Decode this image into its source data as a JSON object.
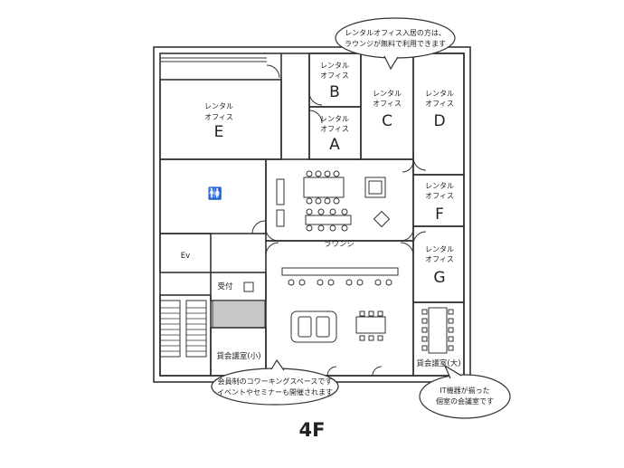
{
  "floor_label": "4F",
  "rooms": {
    "e": {
      "title_line1": "レンタル",
      "title_line2": "オフィス",
      "letter": "E"
    },
    "b": {
      "title_line1": "レンタル",
      "title_line2": "オフィス",
      "letter": "B"
    },
    "a": {
      "title_line1": "レンタル",
      "title_line2": "オフィス",
      "letter": "A"
    },
    "c": {
      "title_line1": "レンタル",
      "title_line2": "オフィス",
      "letter": "C"
    },
    "d": {
      "title_line1": "レンタル",
      "title_line2": "オフィス",
      "letter": "D"
    },
    "f": {
      "title_line1": "レンタル",
      "title_line2": "オフィス",
      "letter": "F"
    },
    "g": {
      "title_line1": "レンタル",
      "title_line2": "オフィス",
      "letter": "G"
    }
  },
  "labels": {
    "elevator": "Ev",
    "reception": "受付",
    "lounge": "ラウンジ",
    "meeting_small": "貸会議室(小)",
    "meeting_large": "貸会議室(大)"
  },
  "bubbles": {
    "top": {
      "line1": "レンタルオフィス入居の方は、",
      "line2": "ラウンジが無料で利用できます"
    },
    "bottom_left": {
      "line1": "会員制のコワーキングスペースです",
      "line2": "イベントやセミナーも開催されます"
    },
    "bottom_right": {
      "line1": "IT機器が揃った",
      "line2": "個室の会議室です"
    }
  }
}
